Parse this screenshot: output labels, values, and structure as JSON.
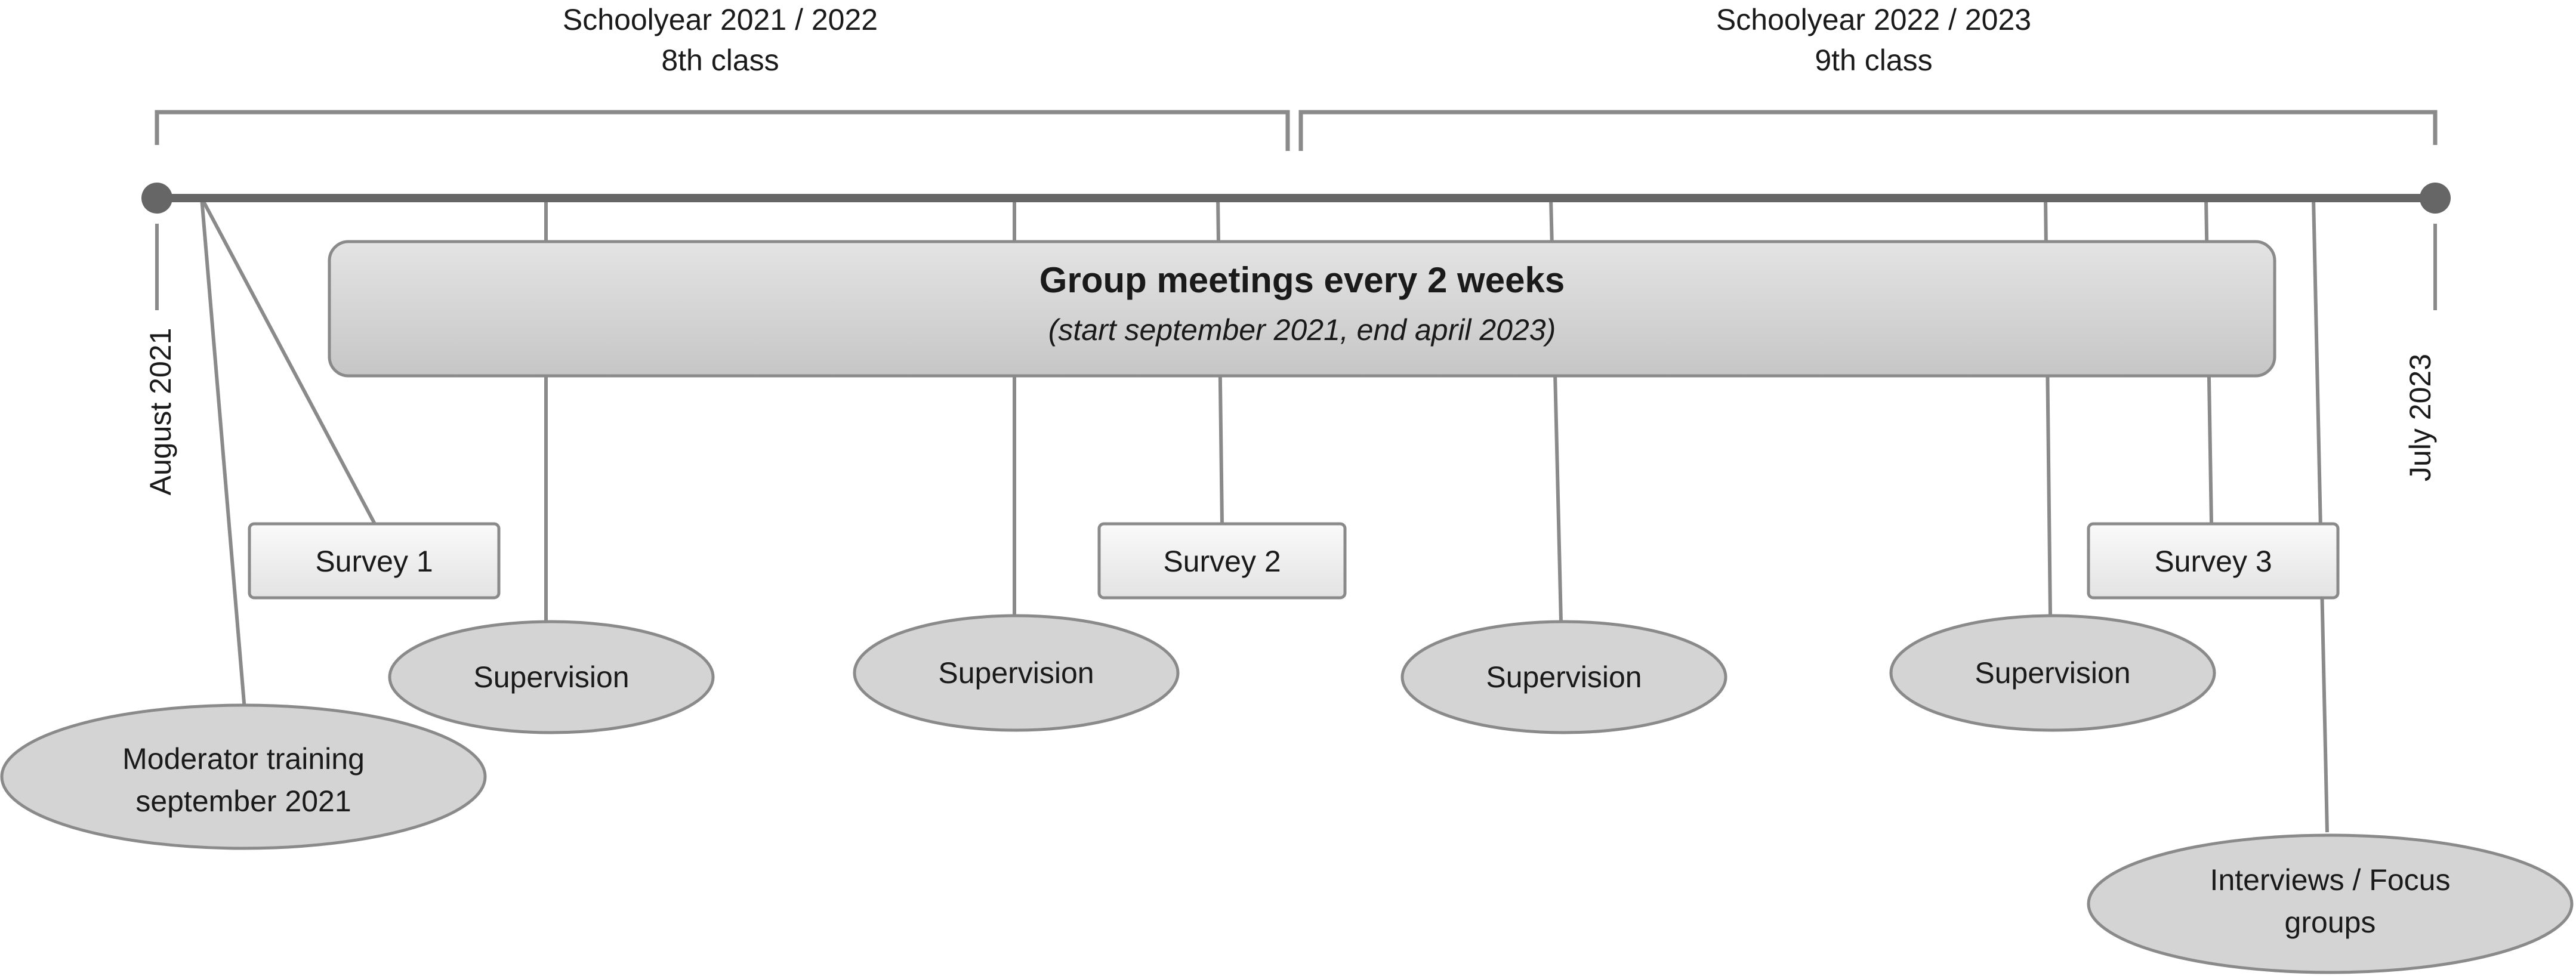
{
  "periods": [
    {
      "year": "Schoolyear 2021 / 2022",
      "grade": "8th class"
    },
    {
      "year": "Schoolyear 2022 / 2023",
      "grade": "9th class"
    }
  ],
  "start_label": "August 2021",
  "end_label": "July 2023",
  "group_meetings": {
    "title": "Group meetings every 2 weeks",
    "subtitle": "(start september 2021, end april 2023)"
  },
  "surveys": [
    "Survey 1",
    "Survey 2",
    "Survey 3"
  ],
  "supervision_label": "Supervision",
  "moderator_training": [
    "Moderator training",
    "september 2021"
  ],
  "interviews": [
    "Interviews / Focus",
    "groups"
  ],
  "colors": {
    "timeline": "#666666",
    "bar_fill": "#d2d2d2",
    "box_fill": "#f0f0f0",
    "ellipse_fill": "#d4d4d4",
    "stroke": "#8a8a8a"
  }
}
